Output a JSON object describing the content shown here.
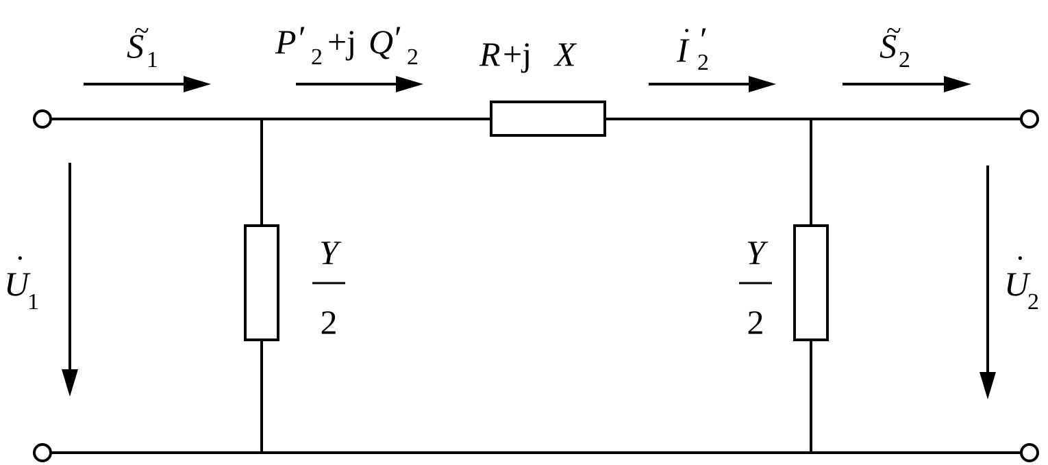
{
  "labels": {
    "s1": {
      "main": "S",
      "tilde": "~",
      "sub": "1"
    },
    "p2q2": {
      "p": "P",
      "prime": "′",
      "sub": "2",
      "plusj": "+j",
      "q": "Q"
    },
    "impedance": {
      "r": "R",
      "plusj": "+j",
      "x": "X"
    },
    "i2": {
      "main": "I",
      "dot": "·",
      "prime": "′",
      "sub": "2"
    },
    "s2": {
      "main": "S",
      "tilde": "~",
      "sub": "2"
    },
    "u1": {
      "main": "U",
      "dot": "·",
      "sub": "1"
    },
    "u2": {
      "main": "U",
      "dot": "·",
      "sub": "2"
    },
    "y_left": {
      "num": "Y",
      "den": "2"
    },
    "y_right": {
      "num": "Y",
      "den": "2"
    }
  },
  "colors": {
    "line": "#000000",
    "background": "#ffffff"
  }
}
